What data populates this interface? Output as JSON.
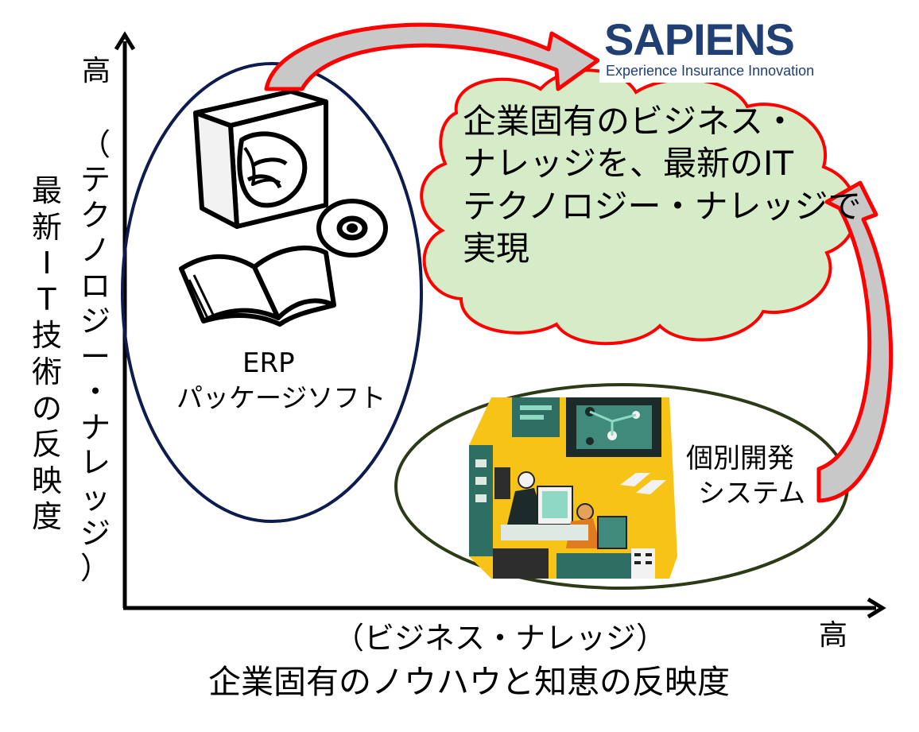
{
  "axes": {
    "y_high": "高",
    "y_label_paren": [
      "（",
      "テ",
      "ク",
      "ノ",
      "ロ",
      "ジ",
      "ー",
      "・",
      "ナ",
      "レ",
      "ッ",
      "ジ",
      "）"
    ],
    "y_label_main": [
      "最",
      "新",
      "I",
      "T",
      "技",
      "術",
      "の",
      "反",
      "映",
      "度"
    ],
    "x_label_paren": "（ビジネス・ナレッジ）",
    "x_label_main": "企業固有のノウハウと知恵の反映度",
    "x_high": "高"
  },
  "erp": {
    "line1": "ERP",
    "line2": "パッケージソフト"
  },
  "custom": {
    "line1": "個別開発",
    "line2": "システム"
  },
  "cloud": {
    "lines": [
      "企業固有のビジネス・",
      "ナレッジを、最新のIT",
      "テクノロジー・ナレッジで",
      "実現"
    ]
  },
  "brand": {
    "name": "SAPIENS",
    "tagline": "Experience Insurance Innovation"
  },
  "colors": {
    "axis": "#000000",
    "erp_ellipse": "#0d1b4f",
    "custom_ellipse": "#2c3a17",
    "cloud_fill": "#d6ecc9",
    "cloud_stroke": "#ff0000",
    "arrow_fill": "#c8c8c8",
    "arrow_stroke": "#ff0000",
    "brand": "#1f3f75"
  },
  "icons": {
    "erp_clipart": "software-box-cd-manual-icon",
    "custom_clipart": "office-workers-computers-icon"
  }
}
